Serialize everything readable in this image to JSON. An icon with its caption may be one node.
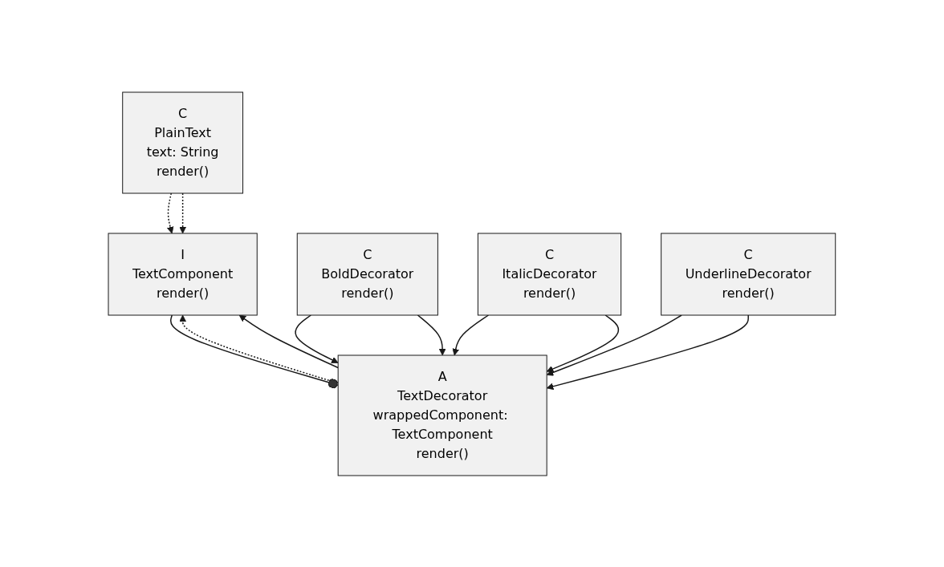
{
  "diagram": {
    "nodes": [
      {
        "text": [
          "I",
          "TextComponent",
          "render()"
        ]
      },
      {
        "text": [
          "C",
          "PlainText",
          "text: String",
          "render()"
        ]
      },
      {
        "text": [
          "A",
          "TextDecorator",
          "wrappedComponent: TextComponent",
          "render()"
        ]
      },
      {
        "text": [
          "C",
          "BoldDecorator",
          "render()"
        ]
      },
      {
        "text": [
          "C",
          "ItalicDecorator",
          "render()"
        ]
      },
      {
        "text": [
          "C",
          "UnderlineDecorator",
          "render()"
        ]
      }
    ],
    "edges": [
      {
        "from": 1,
        "to": 0,
        "arrow": "to",
        "style": "dashed"
      },
      {
        "from": 1,
        "to": 0,
        "arrow": "to",
        "style": "dashed"
      },
      {
        "from": 2,
        "to": 0,
        "arrow": "to",
        "style": "dashed"
      },
      {
        "from": 2,
        "to": 0,
        "arrow": "to"
      },
      {
        "from": 0,
        "to": 2,
        "arrow": "other"
      },
      {
        "from": 3,
        "to": 2,
        "arrow": "to"
      },
      {
        "from": 3,
        "to": 2,
        "arrow": "to"
      },
      {
        "from": 4,
        "to": 2,
        "arrow": "to"
      },
      {
        "from": 4,
        "to": 2,
        "arrow": "to"
      },
      {
        "from": 5,
        "to": 2,
        "arrow": "to"
      },
      {
        "from": 5,
        "to": 2,
        "arrow": "to"
      }
    ]
  }
}
